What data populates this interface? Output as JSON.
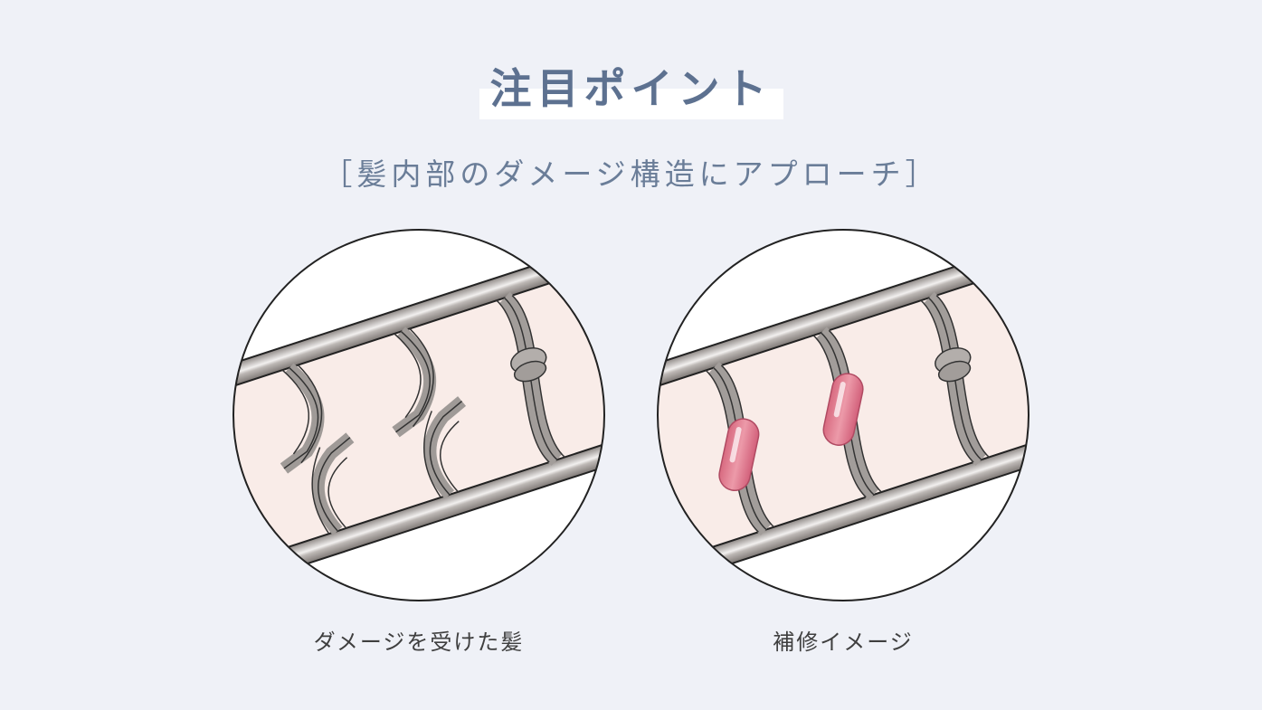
{
  "title": "注目ポイント",
  "subtitle": "［髪内部のダメージ構造にアプローチ］",
  "figures": [
    {
      "caption": "ダメージを受けた髪"
    },
    {
      "caption": "補修イメージ"
    }
  ],
  "colors": {
    "title": "#5d7190",
    "background": "#eff1f7",
    "hair_interior": "#f9ece8",
    "capsule": "#e07f92"
  }
}
